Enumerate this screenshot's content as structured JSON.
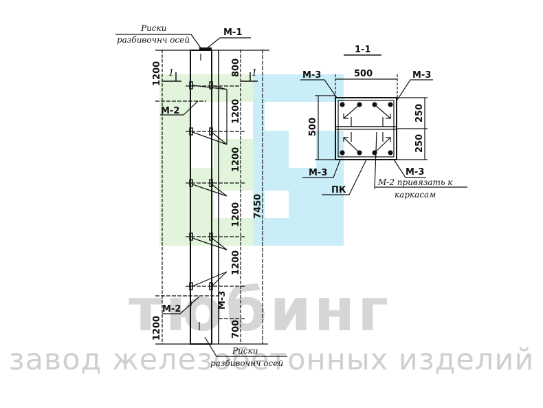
{
  "watermark": {
    "brand": "тюбинг",
    "tagline": "завод железобетонных изделий",
    "colors": {
      "green": "#e3f4dc",
      "blue": "#c9eef8",
      "text": "#d6d6d6"
    }
  },
  "elevation": {
    "top_note_line1": "Риски",
    "top_note_line2": "разбивочнч осей",
    "bottom_note_line1": "Риски",
    "bottom_note_line2": "разбивочнч осей",
    "mark_top": "М-1",
    "mark_m2_upper": "М-2",
    "mark_m2_lower": "М-2",
    "mark_m3": "М-3",
    "section_mark_left": "1",
    "section_mark_right": "1",
    "dims_left": [
      "1200",
      "1200"
    ],
    "dims_inner": [
      "800",
      "1200",
      "1200",
      "1200",
      "1200",
      "700"
    ],
    "dim_total": "7450"
  },
  "section": {
    "title": "1-1",
    "width_dim": "500",
    "height_dim": "500",
    "right_dims": [
      "250",
      "250"
    ],
    "labels": {
      "top_left": "М-3",
      "top_right": "М-3",
      "bottom_left": "М-3",
      "bottom_right": "М-3",
      "pk": "ПК"
    },
    "note_line1": "М-2 привязать к",
    "note_line2": "каркасам"
  }
}
